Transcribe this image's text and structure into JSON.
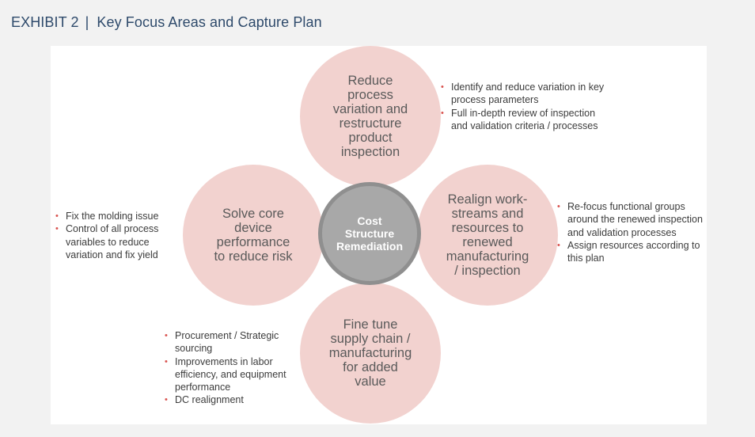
{
  "header": {
    "exhibit": "EXHIBIT 2",
    "separator": "|",
    "title": "Key Focus Areas and Capture Plan"
  },
  "diagram": {
    "center": "Cost\nStructure\nRemediation",
    "top": {
      "label": "Reduce\nprocess\nvariation and\nrestructure\nproduct\ninspection",
      "bullets": [
        "Identify and reduce variation in key process parameters",
        "Full in-depth review of inspection and validation criteria / processes"
      ]
    },
    "left": {
      "label": "Solve core\ndevice\nperformance\nto reduce risk",
      "bullets": [
        "Fix the molding issue",
        "Control of all process variables to reduce variation and fix yield"
      ]
    },
    "right": {
      "label": "Realign work-\nstreams and\nresources to\nrenewed\nmanufacturing\n/ inspection",
      "bullets": [
        "Re-focus functional groups around the renewed inspection and validation processes",
        "Assign resources according to this plan"
      ]
    },
    "bottom": {
      "label": "Fine tune\nsupply chain /\nmanufacturing\nfor added\nvalue",
      "bullets": [
        "Procurement / Strategic sourcing",
        "Improvements in labor efficiency, and equipment performance",
        "DC realignment"
      ]
    }
  },
  "colors": {
    "petal": "#f2d2cf",
    "center": "#a8a8a8",
    "bullet": "#d9534f",
    "title": "#2e4a6b"
  }
}
